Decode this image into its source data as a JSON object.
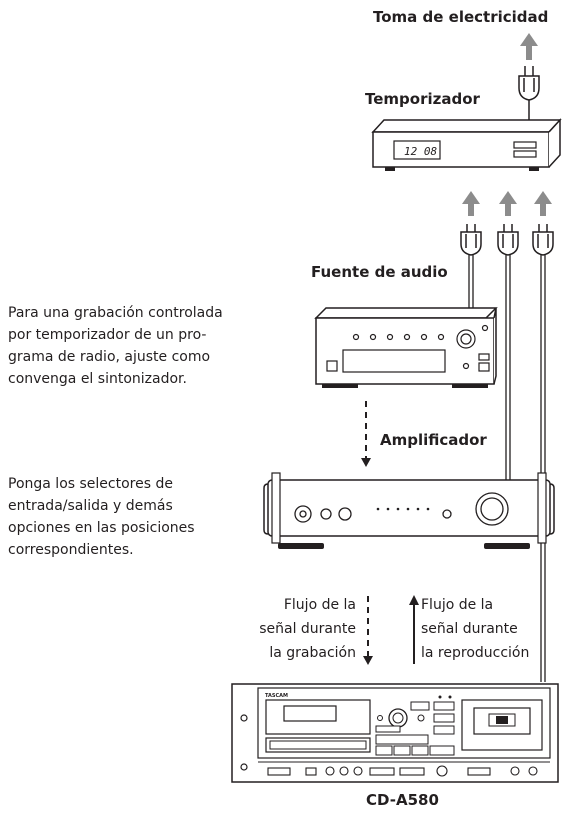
{
  "labels": {
    "power_outlet": "Toma de electricidad",
    "timer": "Temporizador",
    "timer_display": "12 08",
    "audio_source": "Fuente de audio",
    "amplifier": "Amplificador",
    "device": "CD-A580",
    "brand_mark": "TASCAM"
  },
  "notes": {
    "tuner": [
      "Para una grabación controlada",
      "por temporizador de un pro-",
      "grama de radio, ajuste como",
      "convenga el sintonizador."
    ],
    "selectors": [
      "Ponga los selectores de",
      "entrada/salida y demás",
      "opciones en las posiciones",
      "correspondientes."
    ]
  },
  "flows": {
    "recording": [
      "Flujo de la",
      "señal durante",
      "la grabación"
    ],
    "playback": [
      "Flujo de la",
      "señal durante",
      "la reproducción"
    ]
  },
  "colors": {
    "line": "#231f20",
    "arrow_gray": "#8c8c8c"
  }
}
